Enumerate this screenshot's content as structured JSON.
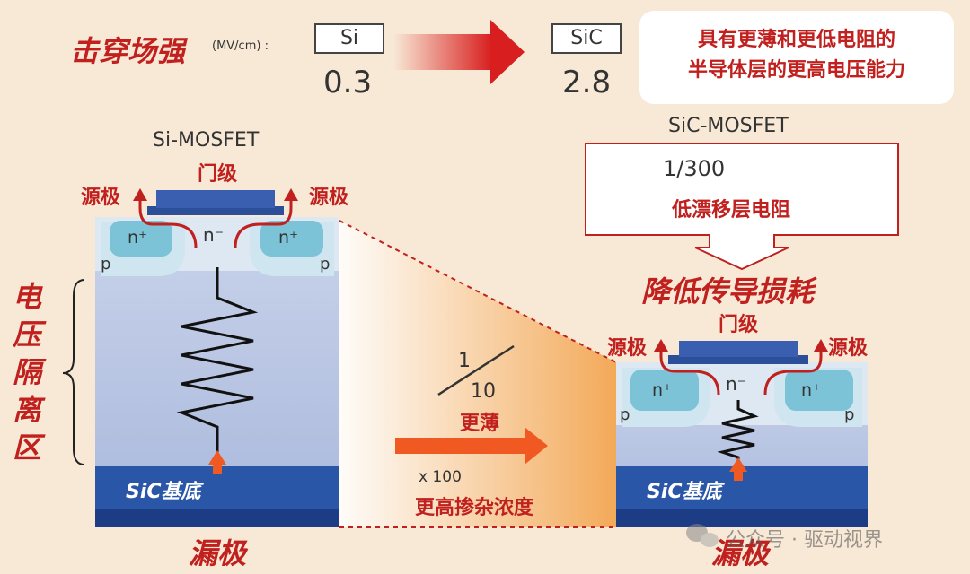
{
  "header": {
    "title": "击穿场强",
    "unit": "(MV/cm) :",
    "si_label": "Si",
    "si_value": "0.3",
    "sic_label": "SiC",
    "sic_value": "2.8",
    "note_line1": "具有更薄和更低电阻的",
    "note_line2": "半导体层的更高电压能力"
  },
  "left_device": {
    "title": "Si-MOSFET",
    "gate_label": "门级",
    "source_left": "源极",
    "source_right": "源极",
    "n_plus_left": "n⁺",
    "n_plus_right": "n⁺",
    "n_minus": "n⁻",
    "p_left": "p",
    "p_right": "p",
    "substrate": "SiC基底",
    "drain": "漏极",
    "voltage_region": "电压隔离区"
  },
  "middle": {
    "fraction_num": "1",
    "fraction_den": "10",
    "thinner": "更薄",
    "multiplier": "x 100",
    "doping": "更高掺杂浓度"
  },
  "right_device": {
    "title": "SiC-MOSFET",
    "ratio": "1/300",
    "drift_resistance": "低漂移层电阻",
    "conduction_loss": "降低传导损耗",
    "gate_label": "门级",
    "source_left": "源极",
    "source_right": "源极",
    "n_plus_left": "n⁺",
    "n_plus_right": "n⁺",
    "n_minus": "n⁻",
    "p_left": "p",
    "p_right": "p",
    "substrate": "SiC基底",
    "drain": "漏极"
  },
  "watermark": "公众号 · 驱动视界",
  "colors": {
    "accent_red": "#c0201e",
    "arrow_orange": "#f05a22",
    "substrate_blue": "#2a56a8",
    "drift_blue": "#b9c6e1",
    "gate_blue": "#2c4f9a",
    "nplus_teal": "#7cc3d8"
  }
}
